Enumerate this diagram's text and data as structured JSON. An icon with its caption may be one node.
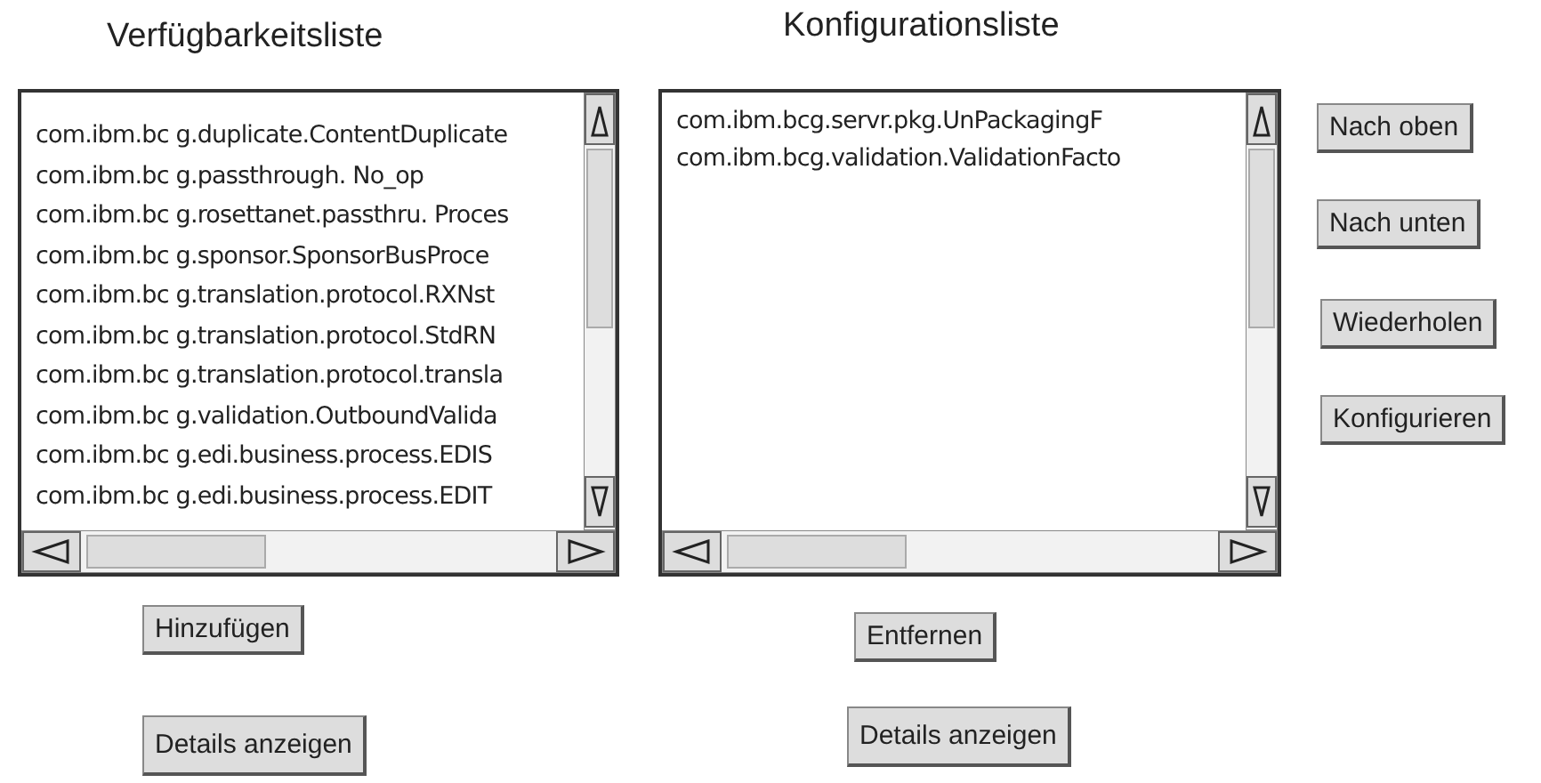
{
  "diagram": {
    "nodes": [
      {
        "text": [
          "Verfügbarkeitsliste",
          "com.ibm.bc g.duplicate.ContentDuplicate",
          "com.ibm.bc g.passthrough. No_op",
          "com.ibm.bc g.rosettanet.passthru. Proces",
          "com.ibm.bc g.sponsor.SponsorBusProce",
          "com.ibm.bc g.translation.protocol.RXNst",
          "com.ibm.bc g.translation.protocol.StdRN",
          "com.ibm.bc g.translation.protocol.transla",
          "com.ibm.bc g.validation.OutboundValida",
          "com.ibm.bc g.edi.business.process.EDIS",
          "com.ibm.bc g.edi.business.process.EDIT"
        ]
      },
      {
        "text": [
          "Konfigurationsliste",
          "com.ibm.bcg.servr.pkg.UnPackagingF",
          "com.ibm.bcg.validation.ValidationFacto"
        ]
      },
      {
        "text": [
          "Nach oben"
        ]
      },
      {
        "text": [
          "Nach unten"
        ]
      },
      {
        "text": [
          "Wiederholen"
        ]
      },
      {
        "text": [
          "Konfigurieren"
        ]
      },
      {
        "text": [
          "Hinzufügen"
        ]
      },
      {
        "text": [
          "Details anzeigen"
        ]
      },
      {
        "text": [
          "Entfernen"
        ]
      },
      {
        "text": [
          "Details anzeigen"
        ]
      }
    ]
  }
}
